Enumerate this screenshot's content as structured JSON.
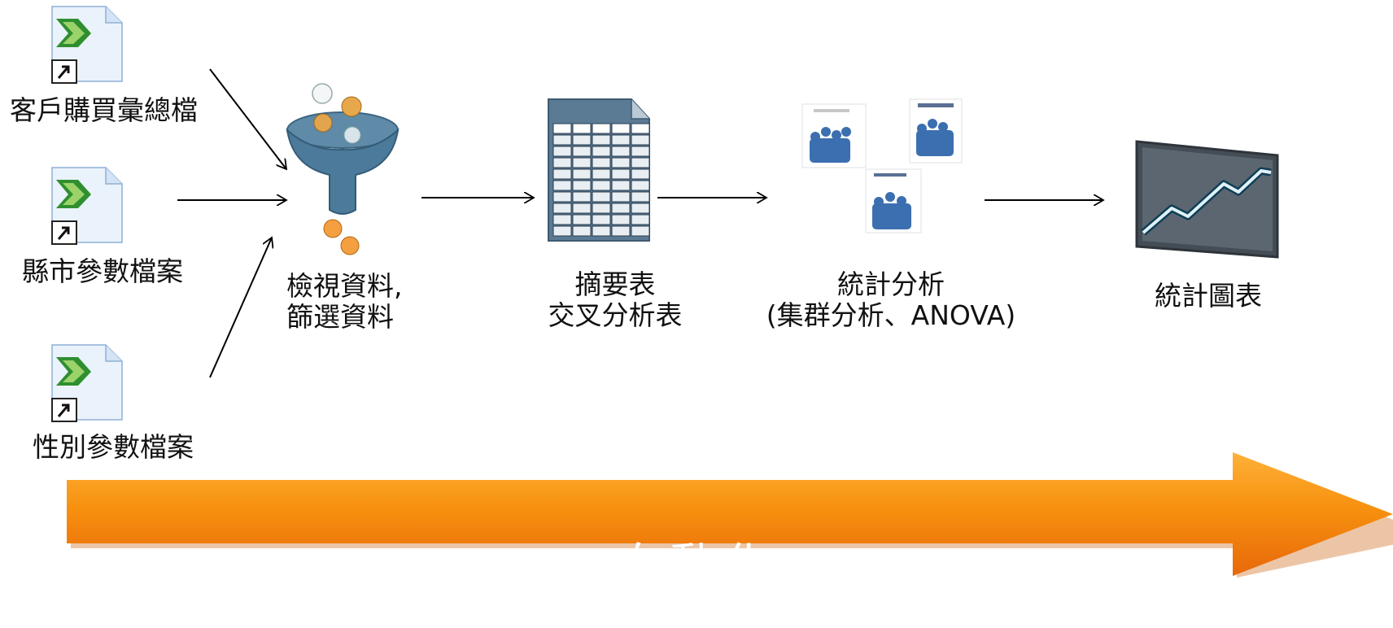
{
  "inputs": [
    {
      "label": "客戶購買彙總檔",
      "icon": "excel-shortcut-icon"
    },
    {
      "label": "縣市參數檔案",
      "icon": "excel-shortcut-icon"
    },
    {
      "label": "性別參數檔案",
      "icon": "excel-shortcut-icon"
    }
  ],
  "steps": {
    "filter": {
      "line1": "檢視資料,",
      "line2": "篩選資料",
      "icon": "funnel-icon"
    },
    "summary": {
      "line1": "摘要表",
      "line2": "交叉分析表",
      "icon": "spreadsheet-icon"
    },
    "stats": {
      "line1": "統計分析",
      "line2": "(集群分析、ANOVA)",
      "icon": "cluster-analysis-icon"
    },
    "chart": {
      "line1": "統計圖表",
      "icon": "line-chart-monitor-icon"
    }
  },
  "banner": {
    "text": "自動化",
    "color": "#f07d0a"
  }
}
